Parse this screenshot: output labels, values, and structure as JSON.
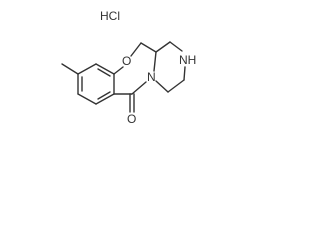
{
  "molecule": {
    "salt_label": "HCl",
    "atoms": {
      "oxygen_ring": "O",
      "nitrogen_amine": "NH",
      "nitrogen_amide": "N",
      "oxygen_carbonyl": "O"
    }
  }
}
